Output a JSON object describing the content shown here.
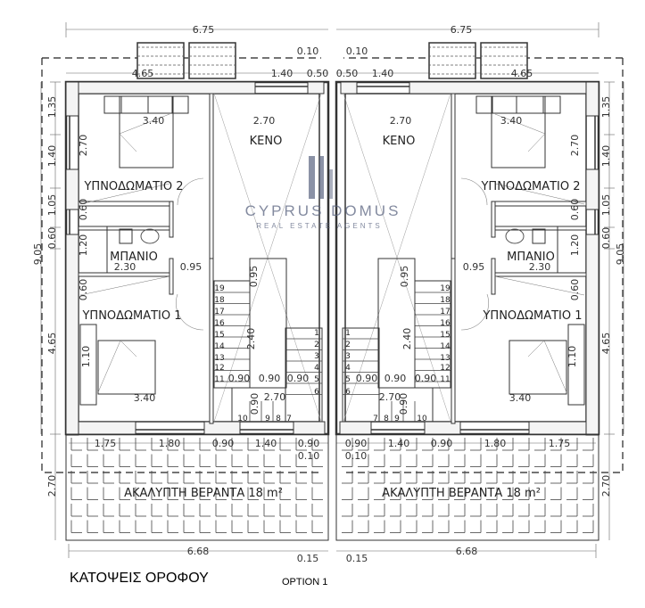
{
  "drawing": {
    "title": "ΚΑΤΟΨΕΙΣ ΟΡΟΦΟΥ",
    "option": "OPTION 1",
    "watermark": {
      "brand": "CYPRUS DOMUS",
      "tagline": "REAL ESTATE AGENTS"
    },
    "colors": {
      "wall": "#333333",
      "line": "#555555",
      "watermark": "#5a6480"
    }
  },
  "units": [
    {
      "name": "left",
      "labels": {
        "overall_width": "6.75",
        "gap_top": "0.10",
        "top_seg1": "4.65",
        "top_seg2": "1.40",
        "top_seg3": "0.50",
        "bed2_width": "3.40",
        "void_width": "2.70",
        "void": "ΚΕΝΟ",
        "bed2_depth": "2.70",
        "bedroom2": "ΥΠΝΟΔΩΜΑΤΙΟ 2",
        "wardrobe2": "0.60",
        "bath_depth": "1.20",
        "bathroom": "ΜΠΑΝΙΟ",
        "bath_width": "2.30",
        "hall_width": "0.95",
        "hall_depth": "0.95",
        "wardrobe1": "0.60",
        "bedroom1": "ΥΠΝΟΔΩΜΑΤΙΟ 1",
        "bed1_bed": "1.10",
        "bed1_width": "3.40",
        "stair_len": "2.40",
        "stair_w1": "0.90",
        "stair_w2": "0.90",
        "stair_w3": "0.90",
        "stair_total": "2.70",
        "landing": "0.90",
        "side1": "1.35",
        "side2": "1.40",
        "side3": "1.05",
        "side4": "0.60",
        "side5": "4.65",
        "overall_depth": "9.05",
        "bot1": "1.75",
        "bot2": "1.80",
        "bot3": "0.90",
        "bot4": "1.40",
        "bot5": "0.90",
        "gap_bot": "0.10",
        "veranda": "ΑΚΑΛΥΠΤΗ ΒΕΡΑΝΤΑ 18 m²",
        "veranda_depth": "2.70",
        "veranda_width": "6.68",
        "gap_veranda": "0.15"
      },
      "steps": [
        "19",
        "18",
        "17",
        "16",
        "15",
        "14",
        "13",
        "12",
        "11",
        "10",
        "9",
        "8",
        "7",
        "6",
        "5",
        "4",
        "3",
        "2",
        "1"
      ]
    },
    {
      "name": "right",
      "labels": {
        "overall_width": "6.75",
        "gap_top": "0.10",
        "top_seg1": "4.65",
        "top_seg2": "1.40",
        "top_seg3": "0.50",
        "bed2_width": "3.40",
        "void_width": "2.70",
        "void": "ΚΕΝΟ",
        "bed2_depth": "2.70",
        "bedroom2": "ΥΠΝΟΔΩΜΑΤΙΟ 2",
        "wardrobe2": "0.60",
        "bath_depth": "1.20",
        "bathroom": "ΜΠΑΝΙΟ",
        "bath_width": "2.30",
        "hall_width": "0.95",
        "hall_depth": "0.95",
        "wardrobe1": "0.60",
        "bedroom1": "ΥΠΝΟΔΩΜΑΤΙΟ 1",
        "bed1_bed": "1.10",
        "bed1_width": "3.40",
        "stair_len": "2.40",
        "stair_w1": "0.90",
        "stair_w2": "0.90",
        "stair_w3": "0.90",
        "stair_total": "2.70",
        "landing": "0.90",
        "side1": "1.35",
        "side2": "1.40",
        "side3": "1.05",
        "side4": "0.60",
        "side5": "4.65",
        "overall_depth": "9.05",
        "bot1": "1.75",
        "bot2": "1.80",
        "bot3": "0.90",
        "bot4": "1.40",
        "bot5": "0.90",
        "gap_bot": "0.10",
        "veranda": "ΑΚΑΛΥΠΤΗ ΒΕΡΑΝΤΑ 18 m²",
        "veranda_depth": "2.70",
        "veranda_width": "6.68",
        "gap_veranda": "0.15"
      },
      "steps": [
        "19",
        "18",
        "17",
        "16",
        "15",
        "14",
        "13",
        "12",
        "11",
        "10",
        "9",
        "8",
        "7",
        "6",
        "5",
        "4",
        "3",
        "2",
        "1"
      ]
    }
  ]
}
